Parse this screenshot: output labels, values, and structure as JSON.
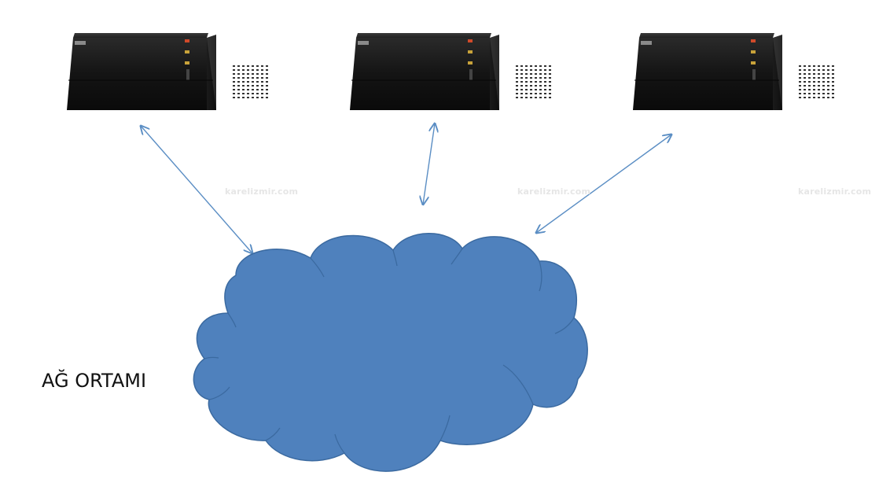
{
  "nodes": [
    {
      "id": "server-1",
      "label": "",
      "icon": "server-chassis-icon"
    },
    {
      "id": "server-2",
      "label": "",
      "icon": "server-chassis-icon"
    },
    {
      "id": "server-3",
      "label": "",
      "icon": "server-chassis-icon"
    }
  ],
  "network": {
    "label": "AĞ ORTAMI",
    "icon": "cloud-icon",
    "fill_color": "#4f81bd",
    "stroke_color": "#3b6aa0"
  },
  "connections": [
    {
      "from": "server-1",
      "to": "network",
      "type": "bidirectional"
    },
    {
      "from": "server-2",
      "to": "network",
      "type": "bidirectional"
    },
    {
      "from": "server-3",
      "to": "network",
      "type": "bidirectional"
    }
  ],
  "connection_color": "#5b8ec4",
  "watermarks": [
    "karelizmir.com",
    "karelizmir.com",
    "karelizmir.com"
  ]
}
